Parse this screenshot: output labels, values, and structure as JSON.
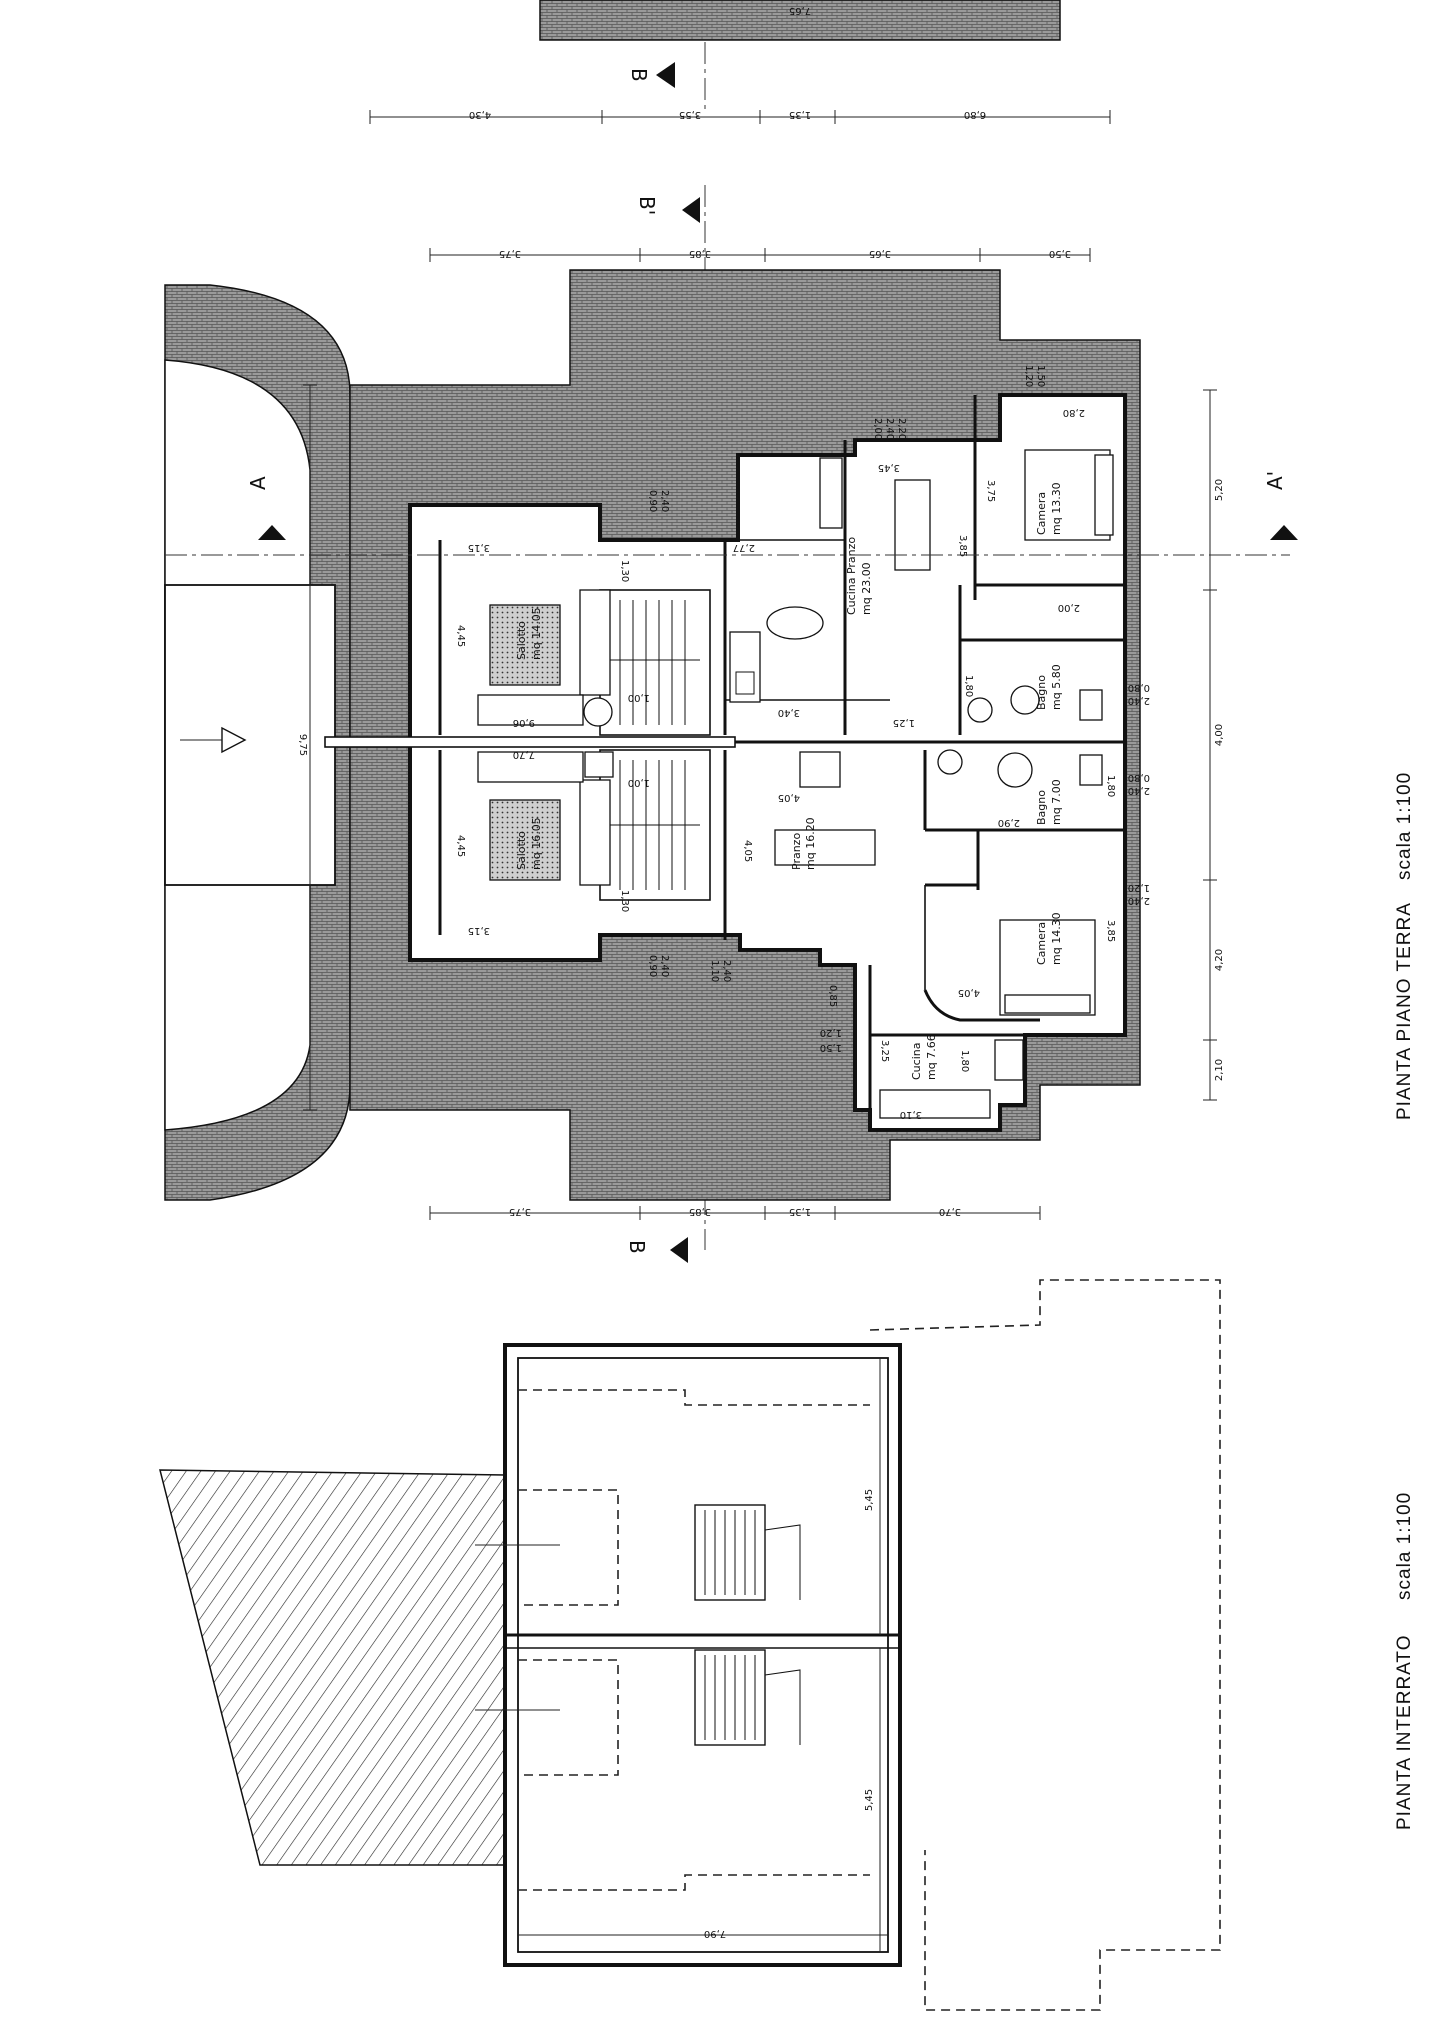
{
  "plans": {
    "ground": {
      "title": "PIANTA PIANO TERRA",
      "scale": "scala 1:100"
    },
    "basement": {
      "title": "PIANTA INTERRATO",
      "scale": "scala 1:100"
    }
  },
  "section_markers": {
    "a_left": "A",
    "a_right": "A'",
    "b_top": "B",
    "b_prime": "B'",
    "b_bottom": "B"
  },
  "rooms": {
    "cucina_pranzo": {
      "name": "Cucina Pranzo",
      "area": "mq 23.00"
    },
    "camera_top": {
      "name": "Camera",
      "area": "mq 13.30"
    },
    "bagno_top": {
      "name": "Bagno",
      "area": "mq 5.80"
    },
    "bagno_bottom": {
      "name": "Bagno",
      "area": "mq 7.00"
    },
    "camera_bottom": {
      "name": "Camera",
      "area": "mq 14.30"
    },
    "cucina_bottom": {
      "name": "Cucina",
      "area": "mq 7.66"
    },
    "pranzo": {
      "name": "Pranzo",
      "area": "mq 16.20"
    },
    "salotto_top": {
      "name": "Salotto",
      "area": "mq 14.05"
    },
    "salotto_bottom": {
      "name": "Salotto",
      "area": "mq 16.05"
    }
  },
  "dimensions": {
    "top_row_1": [
      "4,30",
      "3,55",
      "1,35",
      "6,80"
    ],
    "top_row_2": [
      "3,75",
      "3,85",
      "3,65",
      "3,50"
    ],
    "bottom_row": [
      "3,75",
      "3,85",
      "1,35",
      "3,70"
    ],
    "right_column": [
      "5,20",
      "4,00",
      "4,20",
      "2,10"
    ],
    "left_overall": "9,75",
    "basement_top": "5,45",
    "basement_bottom": "5,45",
    "basement_width": "7,90",
    "top_strip": "7,65",
    "interior": {
      "d_315a": "3,15",
      "d_315b": "3,15",
      "d_445a": "4,45",
      "d_445b": "4,45",
      "d_130a": "1,30",
      "d_130b": "1,30",
      "d_090a": "0,90",
      "d_240a": "2,40",
      "d_090b": "0,90",
      "d_240b": "2,40",
      "d_100a": "1,00",
      "d_100b": "1,00",
      "d_277": "2,77",
      "d_345": "3,45",
      "d_340": "3,40",
      "d_125": "1,25",
      "d_180a": "1,80",
      "d_180b": "1,80",
      "d_405a": "4,05",
      "d_405b": "4,05",
      "d_405c": "4,05",
      "d_385a": "3,85",
      "d_385b": "3,85",
      "d_375": "3,75",
      "d_280": "2,80",
      "d_200": "2,00",
      "d_290": "2,90",
      "d_120a": "1,20",
      "d_150a": "1,50",
      "d_120b": "1,20",
      "d_240c": "2,40",
      "d_080a": "0,80",
      "d_240d": "2,40",
      "d_080b": "0,80",
      "d_240e": "2,40",
      "d_110": "1,10",
      "d_240f": "2,40",
      "d_085": "0,85",
      "d_120c": "1,20",
      "d_150b": "1,50",
      "d_325": "3,25",
      "d_310": "3,10",
      "d_200b": "2,00",
      "d_240g": "2,40",
      "d_220": "2,20",
      "d_906": "9,06",
      "d_770": "7,70",
      "d_180c": "1,80"
    }
  }
}
